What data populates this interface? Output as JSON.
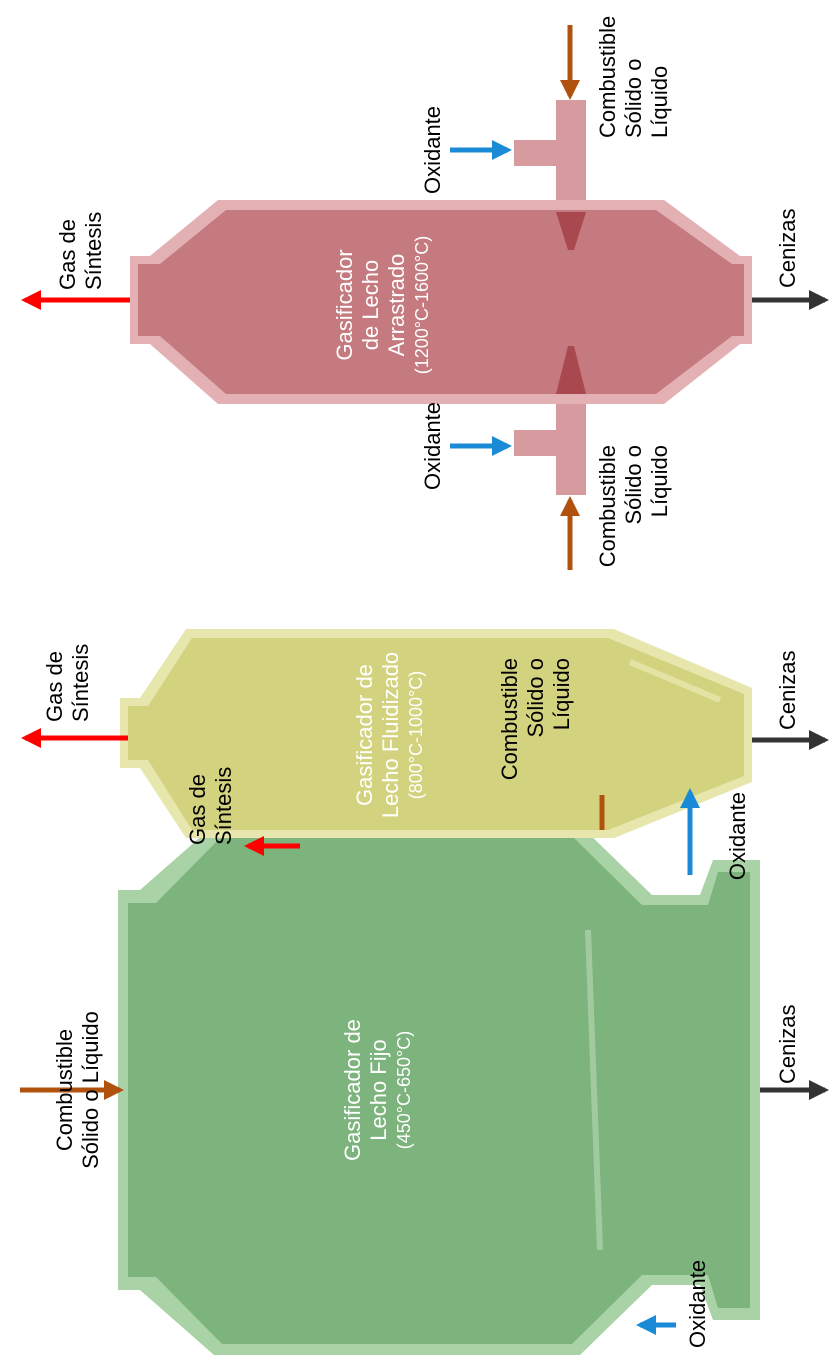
{
  "colors": {
    "fixed_bed": "#7db37d",
    "fixed_bed_edge": "#a9d3a6",
    "fluidized_bed": "#d3d37f",
    "fluidized_bed_edge": "#e6e6ad",
    "entrained_bed": "#c47a7f",
    "entrained_bed_edge": "#e3b0b4",
    "fuel_arrow": "#b0510d",
    "oxidant_arrow": "#1a8ad6",
    "syngas_arrow": "#ff0000",
    "ash_arrow": "#333333"
  },
  "fixed_bed": {
    "title_1": "Gasificador de",
    "title_2": "Lecho Fijo",
    "temp": "(450°C-650°C)",
    "fuel_1": "Combustible",
    "fuel_2": "Sólido o Líquido",
    "gas_1": "Gas de",
    "gas_2": "Síntesis",
    "oxidant": "Oxidante",
    "ash": "Cenizas"
  },
  "fluidized_bed": {
    "title_1": "Gasificador de",
    "title_2": "Lecho Fluidizado",
    "temp": "(800°C-1000°C)",
    "fuel_1": "Combustible",
    "fuel_2": "Sólido o",
    "fuel_3": "Líquido",
    "gas_1": "Gas de",
    "gas_2": "Síntesis",
    "oxidant": "Oxidante",
    "ash": "Cenizas"
  },
  "entrained_bed": {
    "title_1": "Gasificador",
    "title_2": "de Lecho",
    "title_3": "Arrastrado",
    "temp": "(1200°C-1600°C)",
    "fuel_top_1": "Combustible",
    "fuel_top_2": "Sólido o",
    "fuel_top_3": "Líquido",
    "fuel_bottom_1": "Combustible",
    "fuel_bottom_2": "Sólido o",
    "fuel_bottom_3": "Líquido",
    "oxidant_top": "Oxidante",
    "oxidant_bottom": "Oxidante",
    "gas_1": "Gas de",
    "gas_2": "Síntesis",
    "ash": "Cenizas"
  }
}
